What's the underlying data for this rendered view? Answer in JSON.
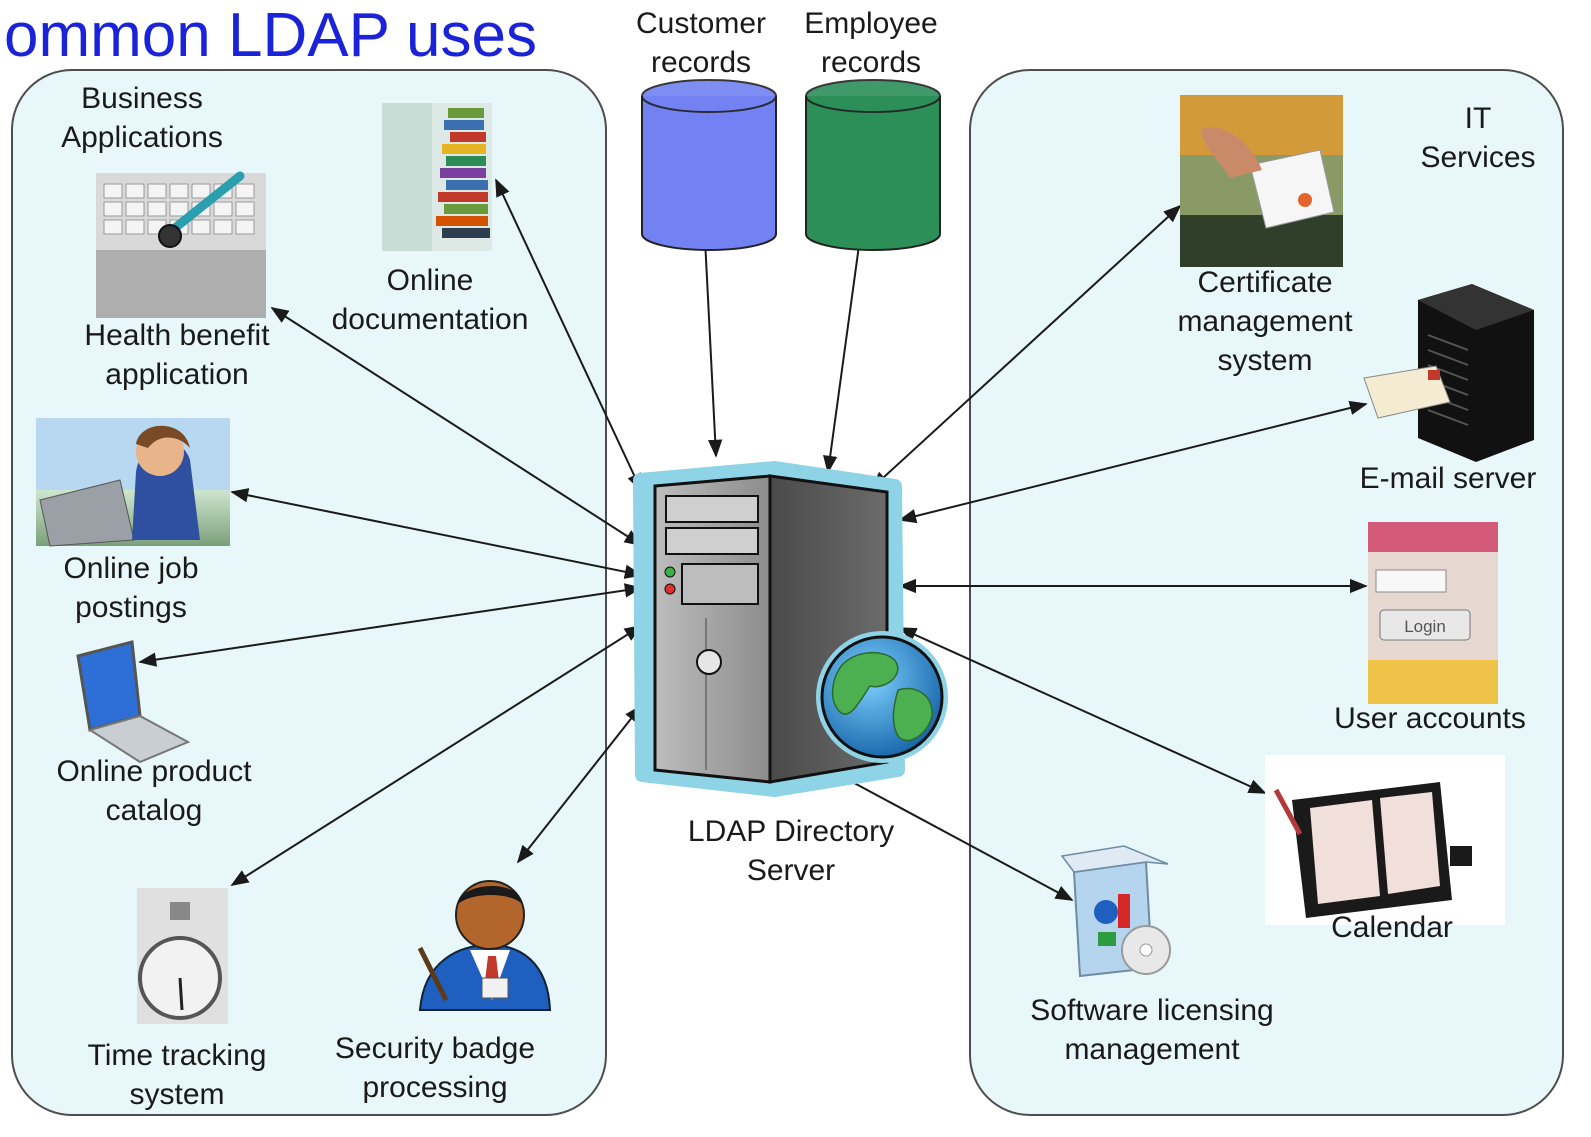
{
  "title": "ommon LDAP uses",
  "groups": {
    "business": {
      "label": [
        "Business",
        "Applications"
      ]
    },
    "it": {
      "label": [
        "IT",
        "Services"
      ]
    }
  },
  "databases": {
    "customer": {
      "label": [
        "Customer",
        "records"
      ],
      "color": "#7282f2"
    },
    "employee": {
      "label": [
        "Employee",
        "records"
      ],
      "color": "#2c8f58"
    }
  },
  "server": {
    "label": [
      "LDAP Directory",
      "Server"
    ]
  },
  "nodes": {
    "online_doc": {
      "label": [
        "Online",
        "documentation"
      ]
    },
    "health": {
      "label": [
        "Health benefit",
        "application"
      ]
    },
    "jobs": {
      "label": [
        "Online job",
        "postings"
      ]
    },
    "catalog": {
      "label": [
        "Online product",
        "catalog"
      ]
    },
    "time": {
      "label": [
        "Time tracking",
        "system"
      ]
    },
    "badge": {
      "label": [
        "Security badge",
        "processing"
      ]
    },
    "cert": {
      "label": [
        "Certificate",
        "management",
        "system"
      ]
    },
    "email": {
      "label": [
        "E-mail server"
      ]
    },
    "accounts": {
      "label": [
        "User accounts"
      ]
    },
    "calendar": {
      "label": [
        "Calendar"
      ]
    },
    "software": {
      "label": [
        "Software licensing",
        "management"
      ]
    }
  },
  "image_text": {
    "login_button": "Login"
  },
  "colors": {
    "title": "#1a23d8",
    "panel_fill": "#e8f7f9",
    "panel_stroke": "#4d4d4d",
    "edge": "#1a1a1a",
    "server_glow": "#8fd3e6"
  }
}
